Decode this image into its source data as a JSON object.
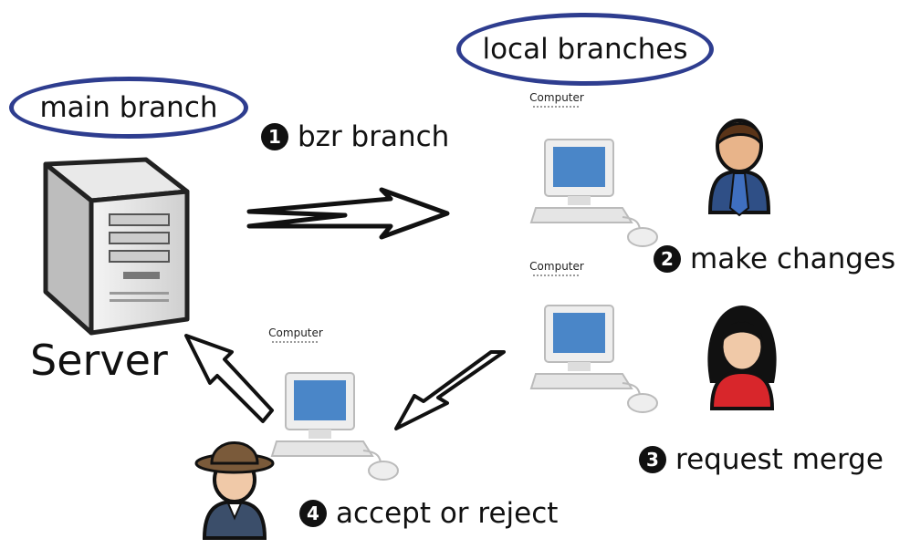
{
  "labels": {
    "main_branch": "main branch",
    "local_branches": "local branches",
    "server": "Server",
    "computer": "Computer"
  },
  "steps": [
    {
      "num": "1",
      "text": "bzr branch"
    },
    {
      "num": "2",
      "text": "make changes"
    },
    {
      "num": "3",
      "text": "request merge"
    },
    {
      "num": "4",
      "text": "accept or reject"
    }
  ],
  "colors": {
    "ellipse": "#2e3d8f",
    "screen": "#4a86c8",
    "shirt_blue": "#2f4f86",
    "shirt_red": "#d8262b",
    "hat": "#7a5a3a"
  },
  "icons": [
    "server-icon",
    "computer-icon",
    "user-male-icon",
    "user-female-icon",
    "user-hat-icon",
    "lightning-arrow-icon"
  ]
}
